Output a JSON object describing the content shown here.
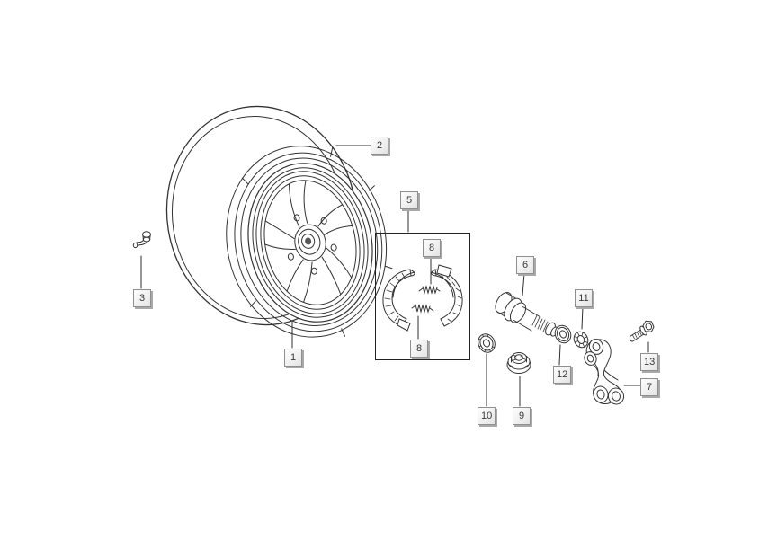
{
  "diagram": {
    "kind": "exploded-parts-diagram",
    "subject": "rear-wheel-assembly",
    "background_color": "#ffffff",
    "line_color": "#333333",
    "callout_bg": "#efefef",
    "callout_border": "#8f8f8f",
    "callout_shadow": "#a9a9a9"
  },
  "callouts": [
    {
      "part": "tire",
      "number": "2"
    },
    {
      "part": "valve-stem",
      "number": "3"
    },
    {
      "part": "wheel-rim",
      "number": "1"
    },
    {
      "part": "brake-shoe-kit",
      "number": "5"
    },
    {
      "part": "shoe-spring-upper",
      "number": "8"
    },
    {
      "part": "shoe-spring-lower",
      "number": "8"
    },
    {
      "part": "wheel-axle",
      "number": "6"
    },
    {
      "part": "ring",
      "number": "11"
    },
    {
      "part": "washer",
      "number": "12"
    },
    {
      "part": "washer-small",
      "number": "10"
    },
    {
      "part": "hub-nut",
      "number": "9"
    },
    {
      "part": "hex-bolt",
      "number": "13"
    },
    {
      "part": "brake-arm-bracket",
      "number": "7"
    }
  ]
}
